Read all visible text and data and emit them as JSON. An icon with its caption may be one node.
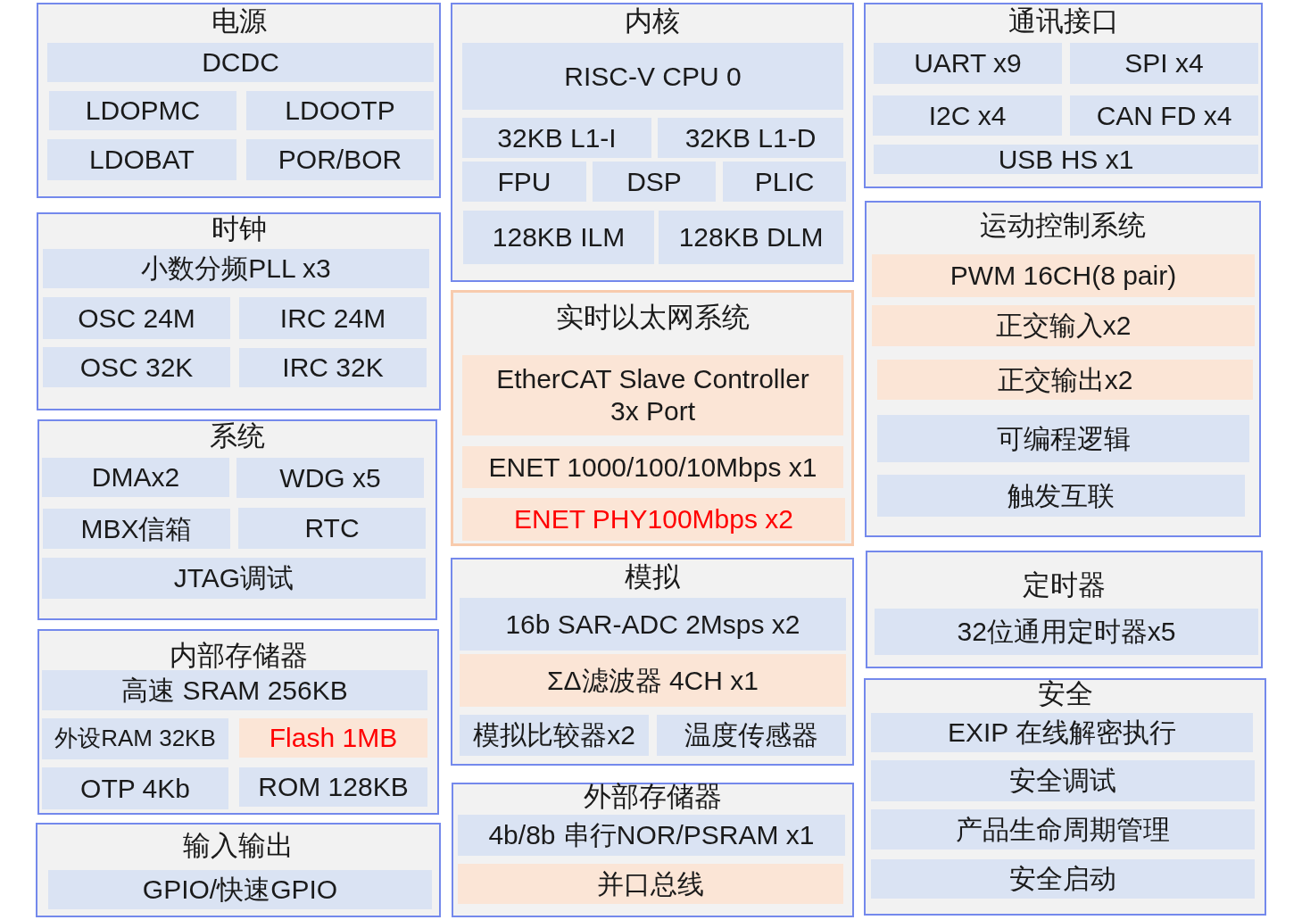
{
  "diagram": {
    "nodes": [
      {
        "text": [
          "电源"
        ]
      },
      {
        "text": [
          "DCDC"
        ],
        "in": 0
      },
      {
        "text": [
          "LDOPMC"
        ],
        "in": 0
      },
      {
        "text": [
          "LDOOTP"
        ],
        "in": 0
      },
      {
        "text": [
          "LDOBAT"
        ],
        "in": 0
      },
      {
        "text": [
          "POR/BOR"
        ],
        "in": 0
      },
      {
        "text": [
          "时钟"
        ]
      },
      {
        "text": [
          "小数分频PLL x3"
        ],
        "in": 6
      },
      {
        "text": [
          "OSC 24M"
        ],
        "in": 6
      },
      {
        "text": [
          "IRC 24M"
        ],
        "in": 6
      },
      {
        "text": [
          "OSC 32K"
        ],
        "in": 6
      },
      {
        "text": [
          "IRC 32K"
        ],
        "in": 6
      },
      {
        "text": [
          "系统"
        ]
      },
      {
        "text": [
          "DMAx2"
        ],
        "in": 12
      },
      {
        "text": [
          "WDG x5"
        ],
        "in": 12
      },
      {
        "text": [
          "MBX信箱"
        ],
        "in": 12
      },
      {
        "text": [
          "RTC"
        ],
        "in": 12
      },
      {
        "text": [
          "JTAG调试"
        ],
        "in": 12
      },
      {
        "text": [
          "内部存储器"
        ]
      },
      {
        "text": [
          "高速 SRAM 256KB"
        ],
        "in": 18
      },
      {
        "text": [
          "外设RAM 32KB"
        ],
        "in": 18
      },
      {
        "text": [
          "Flash 1MB"
        ],
        "in": 18
      },
      {
        "text": [
          "OTP 4Kb"
        ],
        "in": 18
      },
      {
        "text": [
          "ROM 128KB"
        ],
        "in": 18
      },
      {
        "text": [
          "输入输出"
        ]
      },
      {
        "text": [
          "GPIO/快速GPIO"
        ],
        "in": 24
      },
      {
        "text": [
          "内核"
        ]
      },
      {
        "text": [
          "RISC-V CPU 0"
        ],
        "in": 26
      },
      {
        "text": [
          "32KB L1-I"
        ],
        "in": 26
      },
      {
        "text": [
          "32KB L1-D"
        ],
        "in": 26
      },
      {
        "text": [
          "FPU"
        ],
        "in": 26
      },
      {
        "text": [
          "DSP"
        ],
        "in": 26
      },
      {
        "text": [
          "PLIC"
        ],
        "in": 26
      },
      {
        "text": [
          "128KB ILM"
        ],
        "in": 26
      },
      {
        "text": [
          "128KB DLM"
        ],
        "in": 26
      },
      {
        "text": [
          "实时以太网系统"
        ]
      },
      {
        "text": [
          "EtherCAT Slave Controller 3x Port"
        ],
        "in": 35
      },
      {
        "text": [
          "ENET 1000/100/10Mbps x1"
        ],
        "in": 35
      },
      {
        "text": [
          "ENET PHY100Mbps x2"
        ],
        "in": 35
      },
      {
        "text": [
          "模拟"
        ]
      },
      {
        "text": [
          "16b SAR-ADC 2Msps x2"
        ],
        "in": 39
      },
      {
        "text": [
          "ΣΔ滤波器 4CH x1"
        ],
        "in": 39
      },
      {
        "text": [
          "模拟比较器x2"
        ],
        "in": 39
      },
      {
        "text": [
          "温度传感器"
        ],
        "in": 39
      },
      {
        "text": [
          "外部存储器"
        ]
      },
      {
        "text": [
          "4b/8b 串行NOR/PSRAM x1"
        ],
        "in": 44
      },
      {
        "text": [
          "并口总线"
        ],
        "in": 44
      },
      {
        "text": [
          "通讯接口"
        ]
      },
      {
        "text": [
          "UART x9"
        ],
        "in": 47
      },
      {
        "text": [
          "SPI x4"
        ],
        "in": 47
      },
      {
        "text": [
          "I2C x4"
        ],
        "in": 47
      },
      {
        "text": [
          "CAN FD x4"
        ],
        "in": 47
      },
      {
        "text": [
          "USB HS x1"
        ],
        "in": 47
      },
      {
        "text": [
          "运动控制系统"
        ]
      },
      {
        "text": [
          "PWM 16CH(8 pair)"
        ],
        "in": 53
      },
      {
        "text": [
          "正交输入x2"
        ],
        "in": 53
      },
      {
        "text": [
          "正交输出x2"
        ],
        "in": 53
      },
      {
        "text": [
          "可编程逻辑"
        ],
        "in": 53
      },
      {
        "text": [
          "触发互联"
        ],
        "in": 53
      },
      {
        "text": [
          "定时器"
        ]
      },
      {
        "text": [
          "32位通用定时器x5"
        ],
        "in": 59
      },
      {
        "text": [
          "安全"
        ]
      },
      {
        "text": [
          "EXIP 在线解密执行"
        ],
        "in": 61
      },
      {
        "text": [
          "安全调试"
        ],
        "in": 61
      },
      {
        "text": [
          "产品生命周期管理"
        ],
        "in": 61
      },
      {
        "text": [
          "安全启动"
        ],
        "in": 61
      }
    ]
  }
}
